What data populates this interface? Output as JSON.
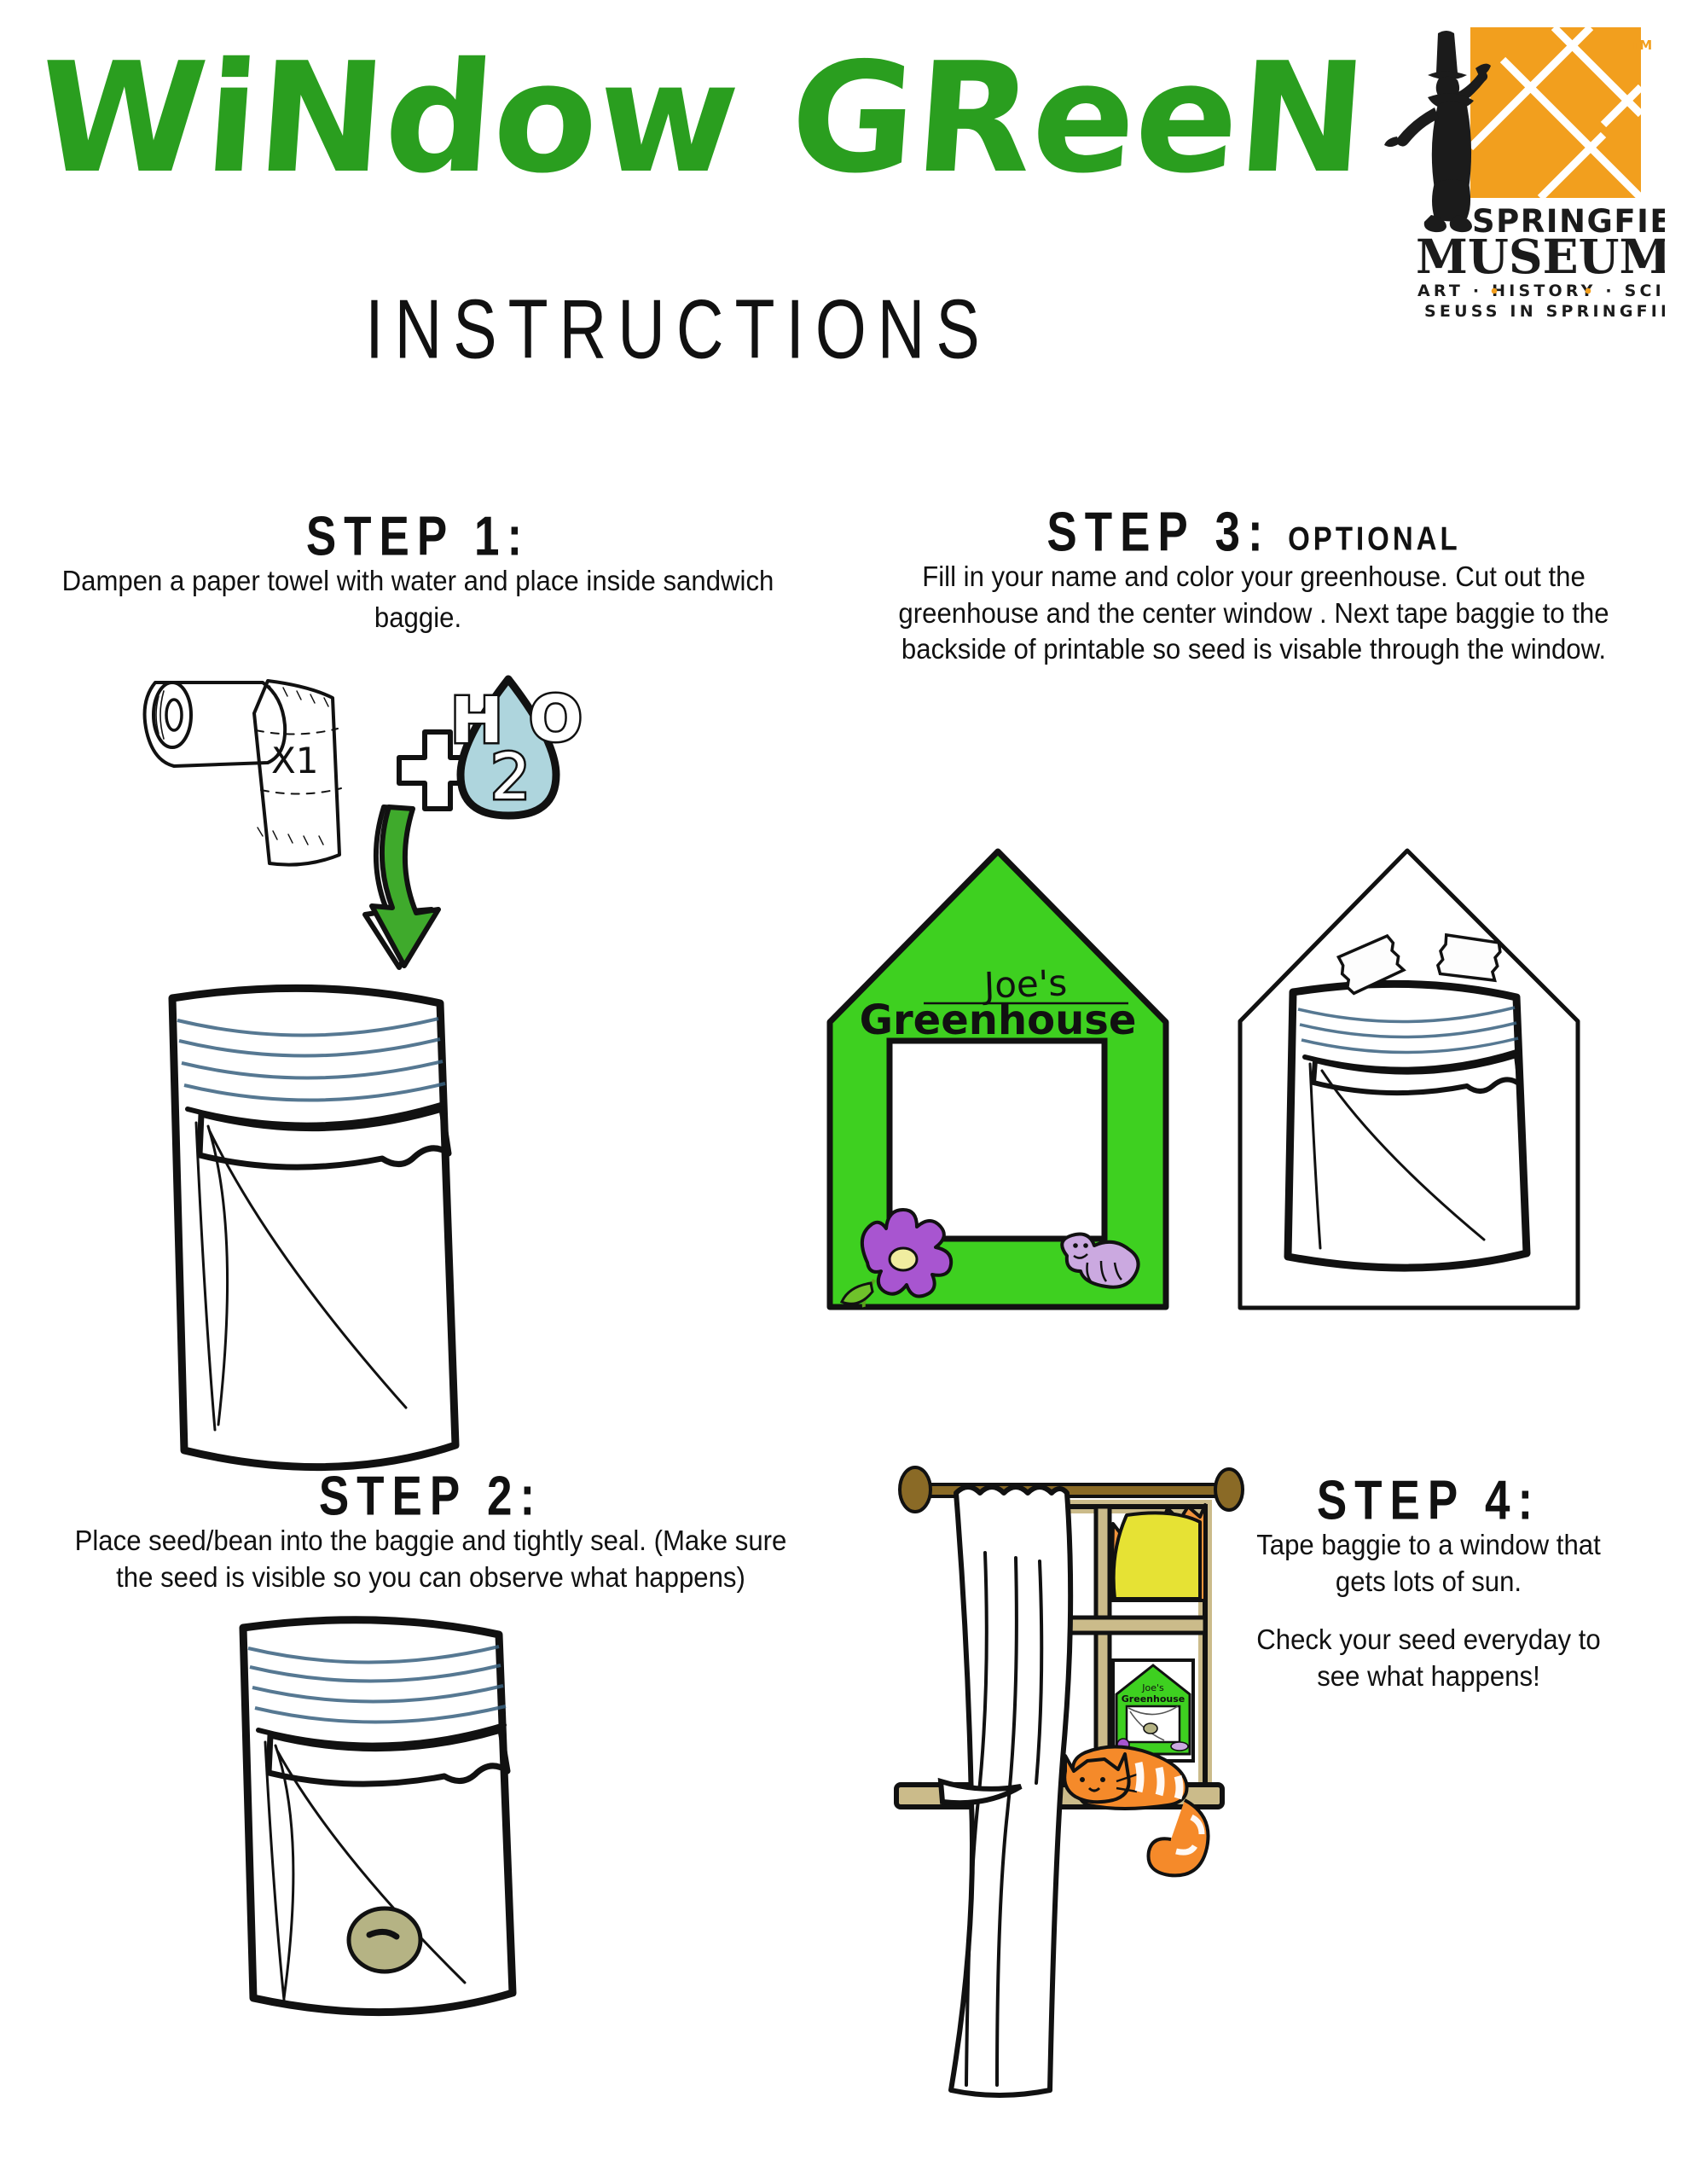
{
  "header": {
    "title": "WiNdow GReeNHouse",
    "subtitle": "INSTRUCTIONS",
    "title_color": "#2a9e1f"
  },
  "logo": {
    "name_line1": "SPRINGFIELD",
    "name_line2": "MUSEUMS",
    "tagline1": "ART · HISTORY · SCIENCE",
    "tagline2": "SEUSS IN SPRINGFIELD",
    "trademark": "TM",
    "brand_color": "#f29f1e",
    "ink_color": "#1b1b1b"
  },
  "steps": [
    {
      "id": "step1",
      "label": "STEP 1:",
      "optional": "",
      "body": [
        "Dampen a paper towel with water and place inside sandwich baggie."
      ]
    },
    {
      "id": "step2",
      "label": "STEP 2:",
      "optional": "",
      "body": [
        "Place seed/bean into the baggie and tightly seal.  (Make sure the seed is visible so you can observe what happens)"
      ]
    },
    {
      "id": "step3",
      "label": "STEP 3:",
      "optional": "OPTIONAL",
      "body": [
        "Fill in your name and color your greenhouse. Cut out the greenhouse and the center window . Next tape baggie to the backside of printable so seed is visable through the window."
      ]
    },
    {
      "id": "step4",
      "label": "STEP 4:",
      "optional": "",
      "body": [
        "Tape baggie to a window that gets lots of sun.",
        "Check your seed everyday to see what happens!"
      ]
    }
  ],
  "art": {
    "paper_towel_count": "X1",
    "water_formula": {
      "h": "H",
      "two": "2",
      "o": "O"
    },
    "plus_sign": "+",
    "greenhouse_name": "Joe's",
    "greenhouse_word": "Greenhouse",
    "mini_greenhouse_name": "Joe's",
    "mini_greenhouse_word": "Greenhouse",
    "colors": {
      "house_green": "#3ed020",
      "arrow_green": "#3faa2c",
      "water_blue": "#aed5dd",
      "seed_khaki": "#b5b384",
      "flower_purple": "#a855d0",
      "flower_center": "#f0eda0",
      "worm_lavender": "#cba9e0",
      "frame_tan": "#cbbb8a",
      "rod_brown": "#8a6a26",
      "sun_yellow": "#e6e234",
      "sun_orange": "#f2943c",
      "cat_orange": "#f58a2a",
      "zip_blue": "#39617f"
    }
  }
}
